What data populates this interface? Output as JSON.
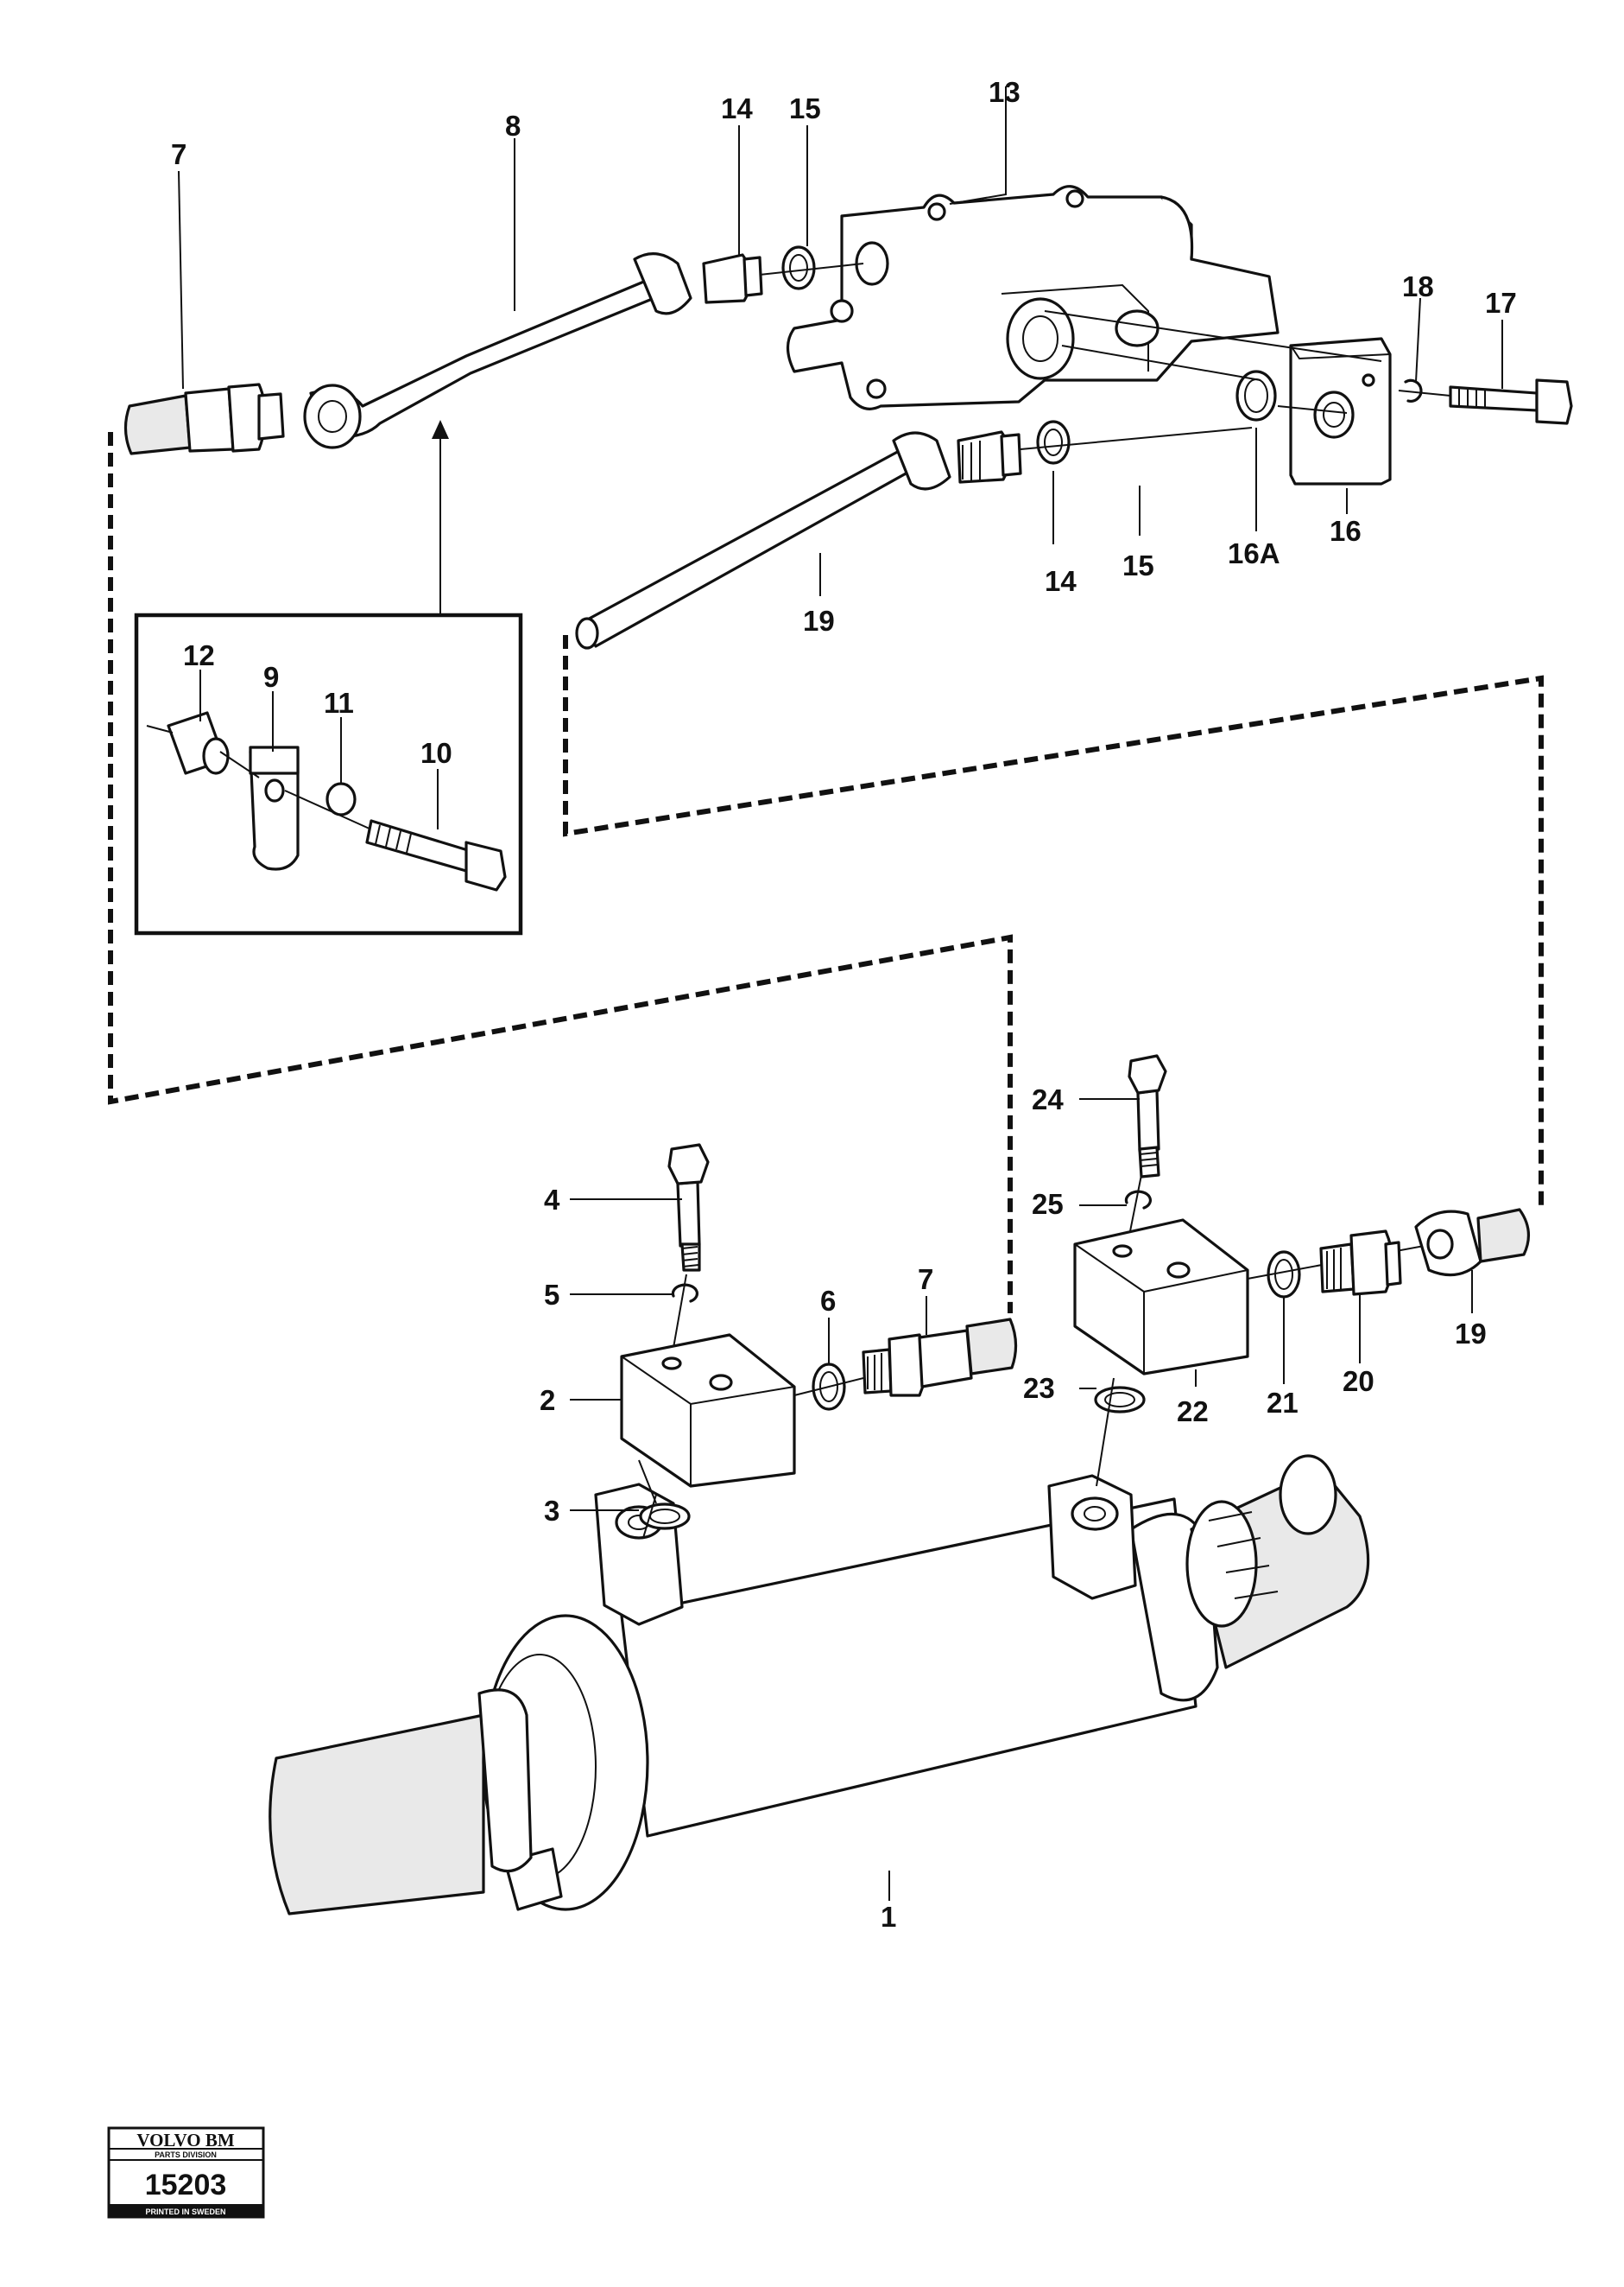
{
  "callouts": {
    "c1": "1",
    "c2": "2",
    "c3": "3",
    "c4": "4",
    "c5": "5",
    "c6": "6",
    "c7_top": "7",
    "c7_bottom": "7",
    "c8": "8",
    "c9": "9",
    "c10": "10",
    "c11": "11",
    "c12": "12",
    "c13": "13",
    "c14_top": "14",
    "c14_bottom": "14",
    "c15_top": "15",
    "c15_bottom": "15",
    "c16": "16",
    "c16a": "16A",
    "c17": "17",
    "c18": "18",
    "c19_top": "19",
    "c19_bottom": "19",
    "c20": "20",
    "c21": "21",
    "c22": "22",
    "c23": "23",
    "c24": "24",
    "c25": "25"
  },
  "stamp": {
    "brand": "VOLVO BM",
    "division": "PARTS DIVISION",
    "number": "15203",
    "printed": "PRINTED IN SWEDEN"
  }
}
